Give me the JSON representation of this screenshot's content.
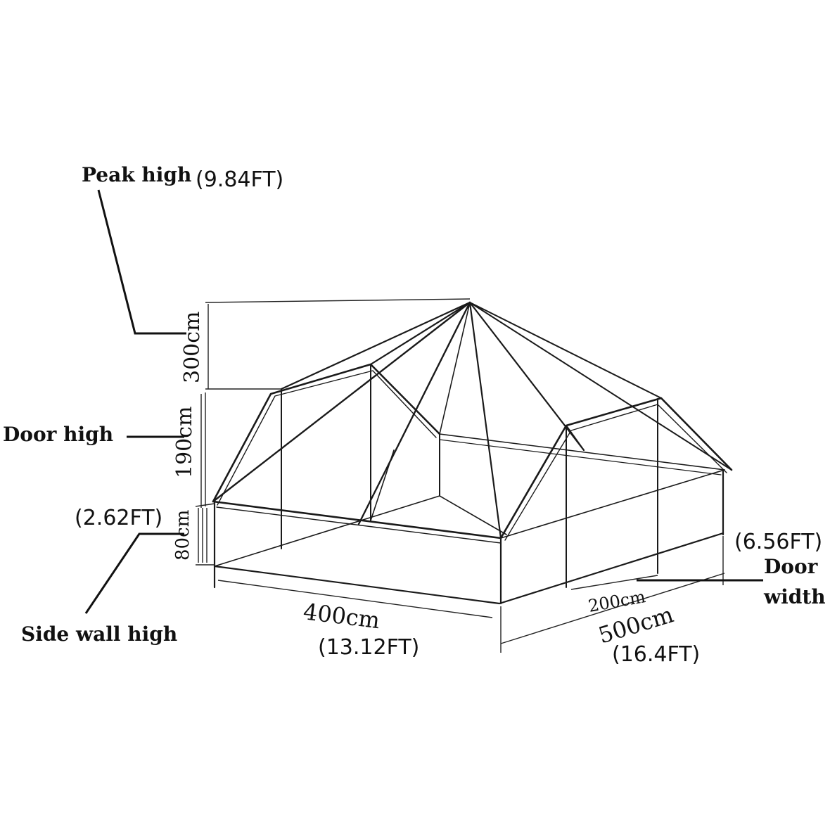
{
  "labels": {
    "peak_high": "Peak high",
    "peak_high_ft": "(9.84FT)",
    "door_high": "Door high",
    "side_wall_high": "Side wall high",
    "side_wall_ft": "(2.62FT)",
    "door_width_1": "Door",
    "door_width_2": "width",
    "door_width_ft": "(6.56FT)"
  },
  "dimensions": {
    "peak_height": "300cm",
    "door_height": "190cm",
    "side_wall_height": "80cm",
    "width": "400cm",
    "width_ft": "(13.12FT)",
    "length": "500cm",
    "length_ft": "(16.4FT)",
    "door_width": "200cm"
  },
  "colors": {
    "line": "#1a1a1a",
    "background": "#ffffff"
  }
}
